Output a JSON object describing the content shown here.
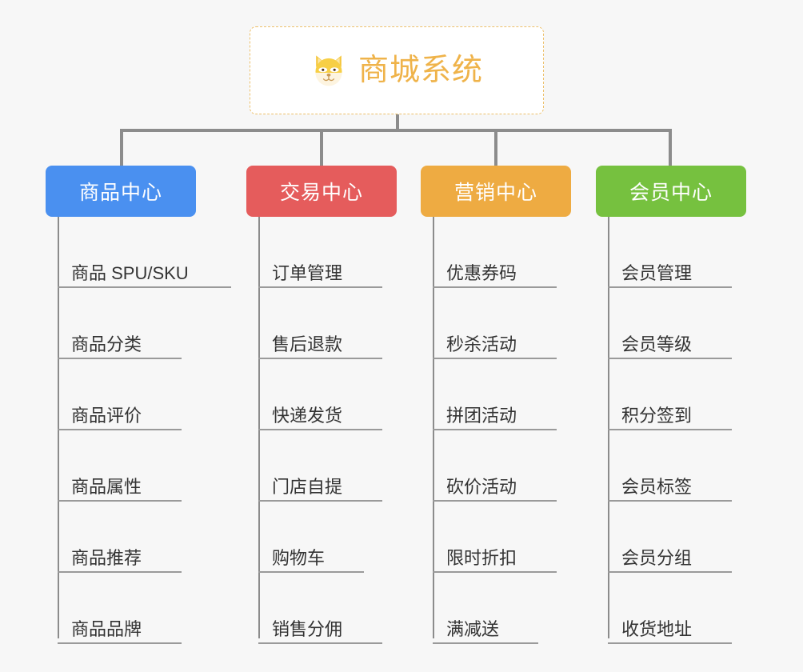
{
  "diagram": {
    "type": "organization-tree",
    "background_color": "#f7f7f7",
    "root": {
      "title": "商城系统",
      "icon": "shiba-dog-emoji",
      "text_color": "#efb34a",
      "border_color": "#edc06a",
      "background_color": "#ffffff"
    },
    "connector_color": "#8c8c8c",
    "columns": [
      {
        "title": "商品中心",
        "color": "#4a90f0",
        "items": [
          "商品 SPU/SKU",
          "商品分类",
          "商品评价",
          "商品属性",
          "商品推荐",
          "商品品牌"
        ]
      },
      {
        "title": "交易中心",
        "color": "#e55c5c",
        "items": [
          "订单管理",
          "售后退款",
          "快递发货",
          "门店自提",
          "购物车",
          "销售分佣"
        ]
      },
      {
        "title": "营销中心",
        "color": "#eeab42",
        "items": [
          "优惠券码",
          "秒杀活动",
          "拼团活动",
          "砍价活动",
          "限时折扣",
          "满减送"
        ]
      },
      {
        "title": "会员中心",
        "color": "#76c13f",
        "items": [
          "会员管理",
          "会员等级",
          "积分签到",
          "会员标签",
          "会员分组",
          "收货地址"
        ]
      }
    ]
  }
}
